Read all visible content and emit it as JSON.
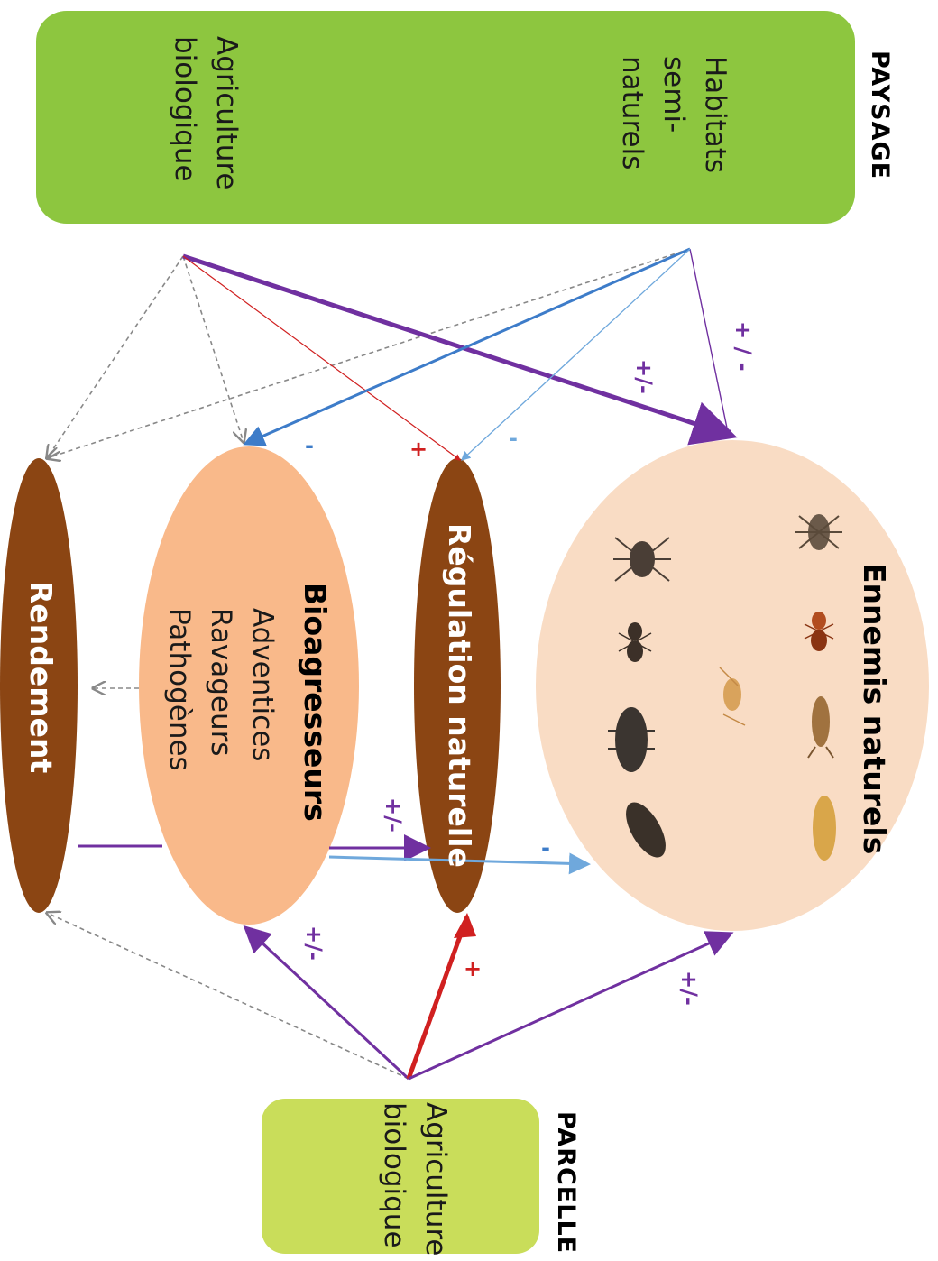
{
  "landscape": {
    "title": "PAYSAGE",
    "items": [
      {
        "lines": [
          "Habitats",
          "semi-",
          "naturels"
        ]
      },
      {
        "lines": [
          "Agriculture",
          "biologique"
        ]
      }
    ],
    "color": "#8dc63f"
  },
  "field": {
    "title": "PARCELLE",
    "lines": [
      "Agriculture",
      "biologique"
    ],
    "color": "#c9dd5a"
  },
  "nodes": {
    "natural_enemies": {
      "title": "Ennemis naturels",
      "color": "#f9dcc4"
    },
    "regulation": {
      "title": "Régulation naturelle",
      "color": "#8b4513"
    },
    "pests": {
      "title": "Bioagresseurs",
      "items": [
        "Adventices",
        "Ravageurs",
        "Pathogènes"
      ],
      "color": "#f9b98a"
    },
    "yield": {
      "title": "Rendement",
      "color": "#8b4513"
    }
  },
  "signs": {
    "plus_minus": "+/-",
    "plus_minus_spaced": "+ / -",
    "minus": "-",
    "plus": "+"
  },
  "colors": {
    "purple": "#7030a0",
    "blue": "#3d7cc9",
    "light_blue": "#6fa8dc",
    "red": "#d02020",
    "grey_dashed": "#888888"
  },
  "icons": [
    "spider-icon",
    "ant-icon",
    "beetle-icon",
    "earwig-icon",
    "wasp-icon",
    "rove-beetle-icon"
  ]
}
